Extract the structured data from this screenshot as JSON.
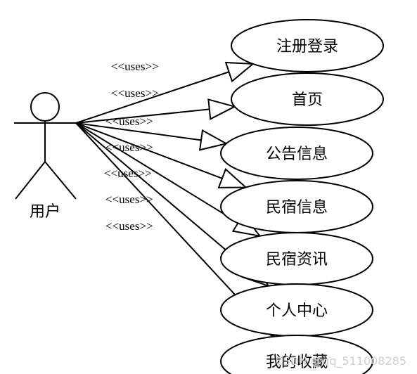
{
  "actor": {
    "name": "用户"
  },
  "stereotype": "<<uses>>",
  "use_cases": [
    {
      "id": "register-login",
      "label": "注册登录"
    },
    {
      "id": "home",
      "label": "首页"
    },
    {
      "id": "announcements",
      "label": "公告信息"
    },
    {
      "id": "homestay-info",
      "label": "民宿信息"
    },
    {
      "id": "homestay-news",
      "label": "民宿资讯"
    },
    {
      "id": "personal-center",
      "label": "个人中心"
    },
    {
      "id": "my-favorites",
      "label": "我的收藏"
    }
  ],
  "watermark": "CSDN @qq_511008285"
}
